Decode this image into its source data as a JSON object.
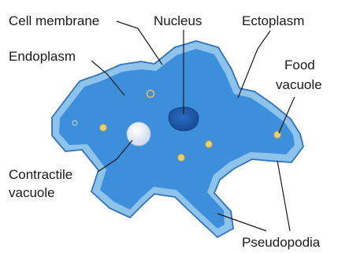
{
  "labels": {
    "cell_membrane": "Cell membrane",
    "nucleus": "Nucleus",
    "ectoplasm": "Ectoplasm",
    "endoplasm": "Endoplasm",
    "food_vacuole_line1": "Food",
    "food_vacuole_line2": "vacuole",
    "contractile_vacuole_line1": "Contractile",
    "contractile_vacuole_line2": "vacuole",
    "pseudopodia": "Pseudopodia"
  },
  "colors": {
    "ectoplasm": "#8ec3ec",
    "cell_membrane": "#2f73ba",
    "endoplasm": "#3d8fdc",
    "nucleus": "#1d56a8",
    "contractile_vacuole": "#dde6f4",
    "food_vacuole": "#d8c063",
    "text": "#1a1a1a"
  }
}
